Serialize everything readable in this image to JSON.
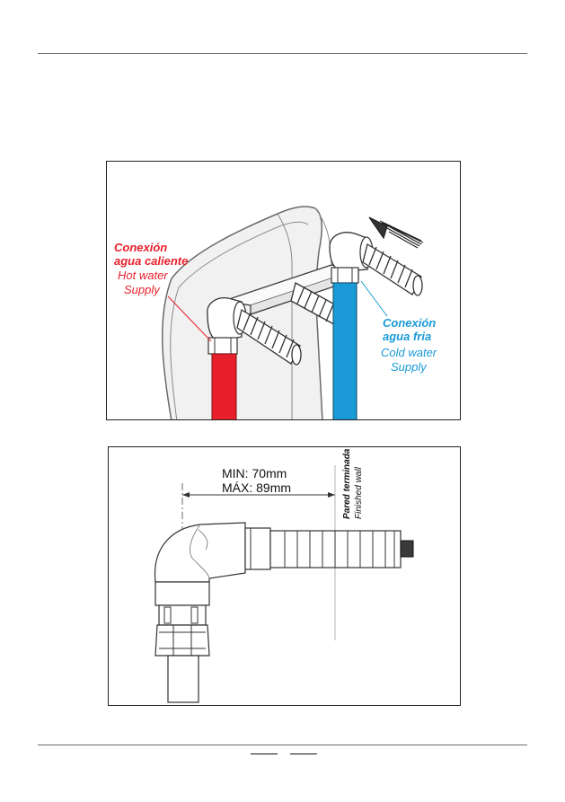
{
  "figure1": {
    "hot": {
      "title_line1": "Conexión",
      "title_line2": "agua caliente",
      "en_line1": "Hot water",
      "en_line2": "Supply"
    },
    "cold": {
      "title_line1": "Conexión",
      "title_line2": "agua fria",
      "en_line1": "Cold water",
      "en_line2": "Supply"
    },
    "colors": {
      "hot": "#e8202b",
      "cold": "#1a9ad6"
    }
  },
  "figure2": {
    "dim_min": "MIN: 70mm",
    "dim_max": "MÁX: 89mm",
    "wall_es": "Pared terminada",
    "wall_en": "Finished wall"
  }
}
